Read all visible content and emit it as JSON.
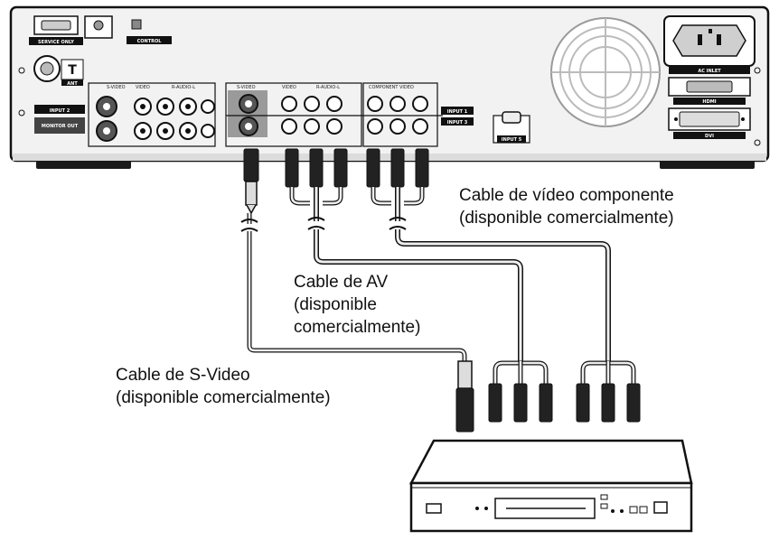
{
  "panel": {
    "service_only": "SERVICE ONLY",
    "control": "CONTROL",
    "ant": "ANT",
    "input2": "INPUT 2",
    "monitor_out": "MONITOR OUT",
    "s_video": "S-VIDEO",
    "video": "VIDEO",
    "audio": "R-AUDIO-L",
    "component": "COMPONENT VIDEO",
    "input1": "INPUT 1",
    "input3": "INPUT 3",
    "input_hdmi": "INPUT 5",
    "ac_inlet": "AC INLET",
    "hdmi": "HDMI",
    "dvi": "DVI"
  },
  "labels": {
    "component_cable_1": "Cable de vídeo componente",
    "component_cable_2": "(disponible comercialmente)",
    "av_cable_1": "Cable de AV",
    "av_cable_2": "(disponible",
    "av_cable_3": "comercialmente)",
    "svideo_cable_1": "Cable de S-Video",
    "svideo_cable_2": "(disponible comercialmente)"
  }
}
